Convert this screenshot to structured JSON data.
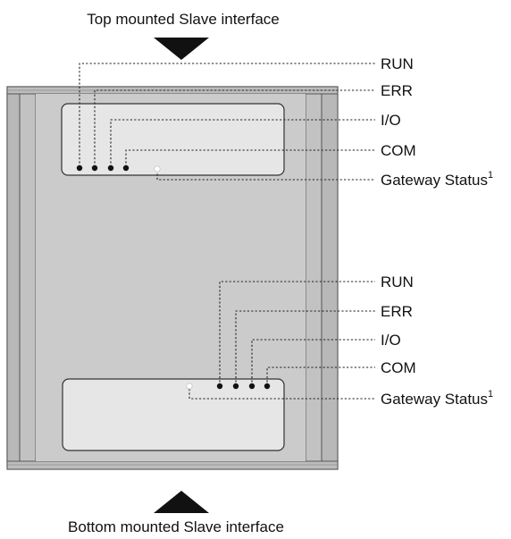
{
  "captions": {
    "top": "Top mounted Slave interface",
    "bottom": "Bottom mounted Slave interface"
  },
  "top_labels": {
    "run": "RUN",
    "err": "ERR",
    "io": "I/O",
    "com": "COM",
    "gateway": "Gateway Status",
    "footnote": "1"
  },
  "bottom_labels": {
    "run": "RUN",
    "err": "ERR",
    "io": "I/O",
    "com": "COM",
    "gateway": "Gateway Status",
    "footnote": "1"
  },
  "colors": {
    "housing": "#c8c8c8",
    "panel": "#e6e6e6",
    "led": "#111111",
    "gateway_led": "#ffffff"
  }
}
